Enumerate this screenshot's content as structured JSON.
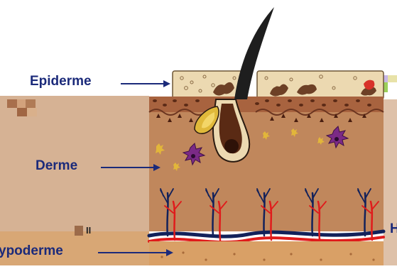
{
  "labels": {
    "epiderme": "Epiderme",
    "derme": "Derme",
    "hypoderme": "ypoderme",
    "right_fragment": "H",
    "mark": "II"
  },
  "colors": {
    "label_text": "#1b2a7a",
    "arrow": "#1b2a7a",
    "epidermis_fill": "#ecd9b1",
    "dermis_fill": "#c0875c",
    "dermis_panel": "#b97d55",
    "hypodermis_fill": "#d9a066",
    "artery": "#e01b1b",
    "vein": "#12215a",
    "hair": "#1e1e1e",
    "gland": "#e0b93a",
    "melanocyte": "#7b2a86"
  },
  "icons": [
    "hair-shaft",
    "hair-follicle",
    "sebaceous-gland",
    "melanocyte-cell",
    "blood-vessel-network"
  ]
}
